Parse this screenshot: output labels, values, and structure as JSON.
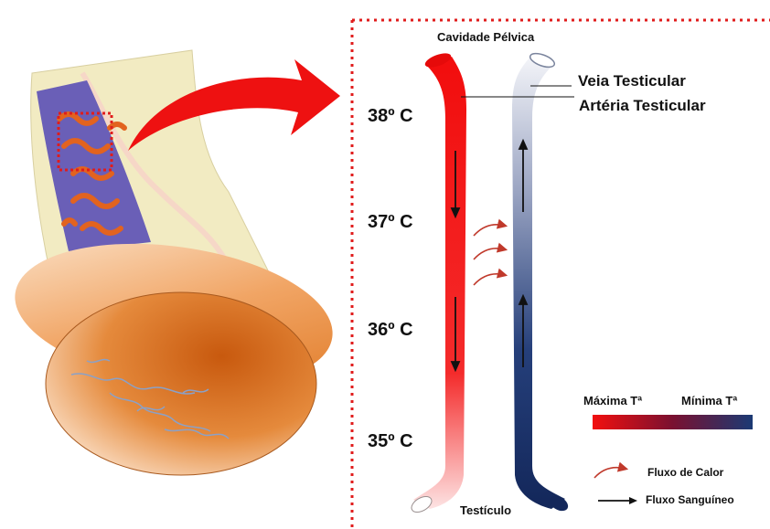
{
  "top_label": "Cavidade Pélvica",
  "bottom_label": "Testículo",
  "vein_label": "Veia Testicular",
  "artery_label": "Artéria Testicular",
  "temperatures": [
    "38º C",
    "37º C",
    "36º C",
    "35º C"
  ],
  "legend": {
    "max_temp": "Máxima Tª",
    "min_temp": "Mínima Tª",
    "heat_flow": "Fluxo de Calor",
    "blood_flow": "Fluxo Sanguíneo"
  },
  "colors": {
    "artery": "#f21a1a",
    "vein": "#162f66",
    "panel_border": "#e01c1c",
    "skin": "#f2ebc2",
    "testis": "#e8862f",
    "plexus": "#6a5fb7"
  }
}
